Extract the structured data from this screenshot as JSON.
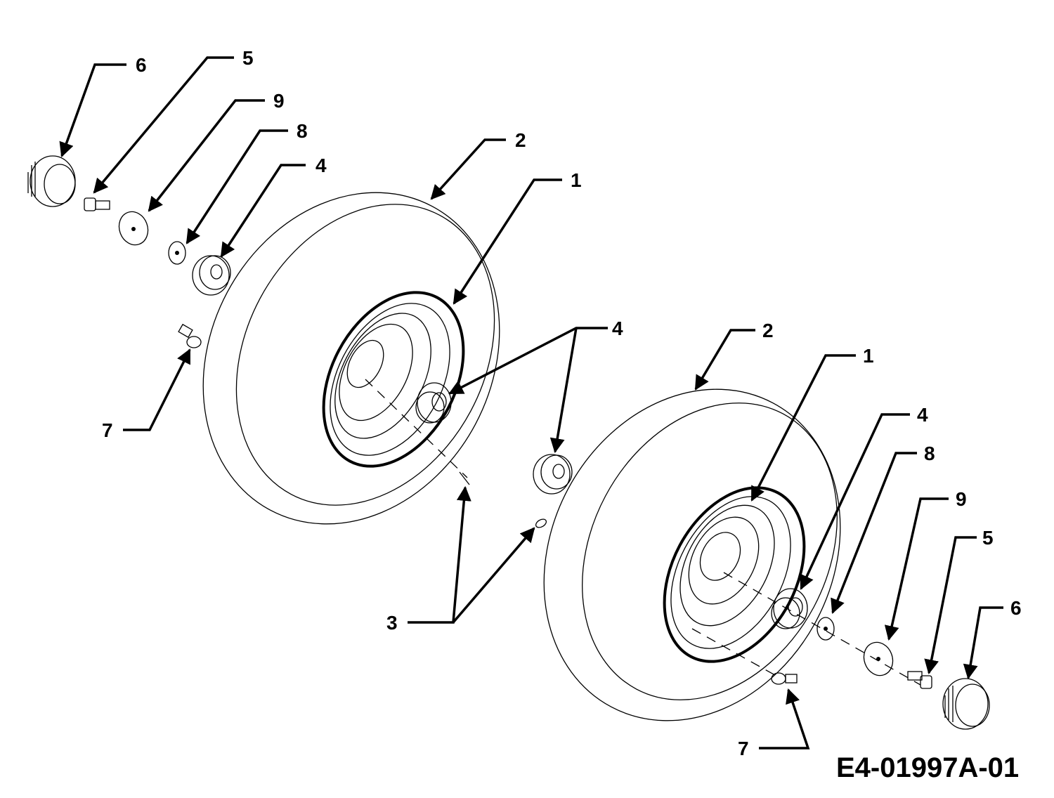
{
  "drawing_code": "E4-01997A-01",
  "callouts": {
    "top_left": {
      "c6": "6",
      "c5": "5",
      "c9": "9",
      "c8": "8",
      "c4": "4",
      "c2": "2",
      "c1": "1",
      "c7": "7"
    },
    "shared": {
      "c4": "4",
      "c3": "3"
    },
    "bottom_right": {
      "c2": "2",
      "c1": "1",
      "c4": "4",
      "c8": "8",
      "c9": "9",
      "c5": "5",
      "c6": "6",
      "c7": "7"
    }
  }
}
